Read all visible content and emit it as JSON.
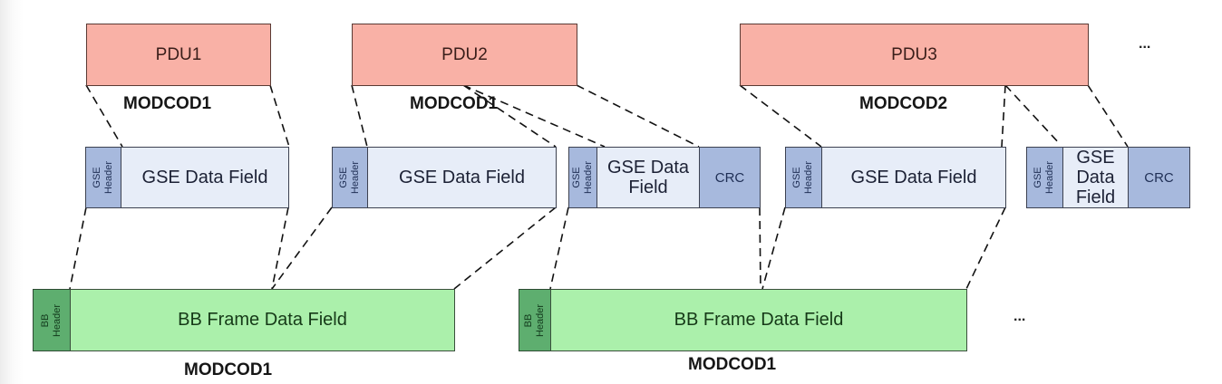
{
  "pdus": [
    {
      "label": "PDU1",
      "modcod": "MODCOD1"
    },
    {
      "label": "PDU2",
      "modcod": "MODCOD1"
    },
    {
      "label": "PDU3",
      "modcod": "MODCOD2"
    }
  ],
  "gse_packets": [
    {
      "header": "GSE\nHeader",
      "data": "GSE Data Field"
    },
    {
      "header": "GSE\nHeader",
      "data": "GSE Data Field"
    },
    {
      "header": "GSE\nHeader",
      "data": "GSE Data\nField",
      "crc": "CRC"
    },
    {
      "header": "GSE\nHeader",
      "data": "GSE Data Field"
    },
    {
      "header": "GSE\nHeader",
      "data": "GSE\nData\nField",
      "crc": "CRC"
    }
  ],
  "bb_frames": [
    {
      "header": "BB\nHeader",
      "data": "BB Frame Data Field",
      "modcod": "MODCOD1"
    },
    {
      "header": "BB\nHeader",
      "data": "BB Frame Data Field",
      "modcod": "MODCOD1"
    }
  ],
  "continuation": {
    "pdu_row": "...",
    "bb_row": "..."
  }
}
